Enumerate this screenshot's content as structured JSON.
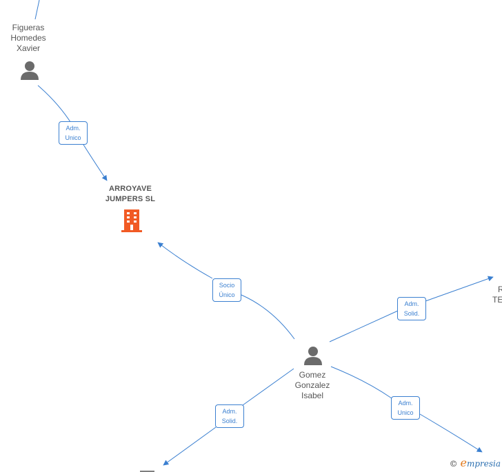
{
  "nodes": {
    "person_figueras": {
      "name": "Figueras\nHomedes\nXavier",
      "icon": "person-icon"
    },
    "company_arroyave": {
      "name": "ARROYAVE\nJUMPERS SL",
      "icon": "building-icon",
      "color": "#f15a24"
    },
    "person_gomez": {
      "name": "Gomez\nGonzalez\nIsabel",
      "icon": "person-icon"
    },
    "partial_right": {
      "line1": "R",
      "line2": "TE"
    }
  },
  "edges": {
    "figueras_to_arroyave": "Adm.\nUnico",
    "gomez_to_arroyave": "Socio\nÚnico",
    "gomez_to_right": "Adm.\nSolid.",
    "gomez_to_bottom_left": "Adm.\nSolid.",
    "gomez_to_bottom_right": "Adm.\nUnico"
  },
  "colors": {
    "edge": "#3a7fd0",
    "person": "#6b6b6b",
    "company": "#f15a24"
  },
  "footer": {
    "copyright": "©",
    "brand_initial": "e",
    "brand_rest": "mpresia"
  }
}
